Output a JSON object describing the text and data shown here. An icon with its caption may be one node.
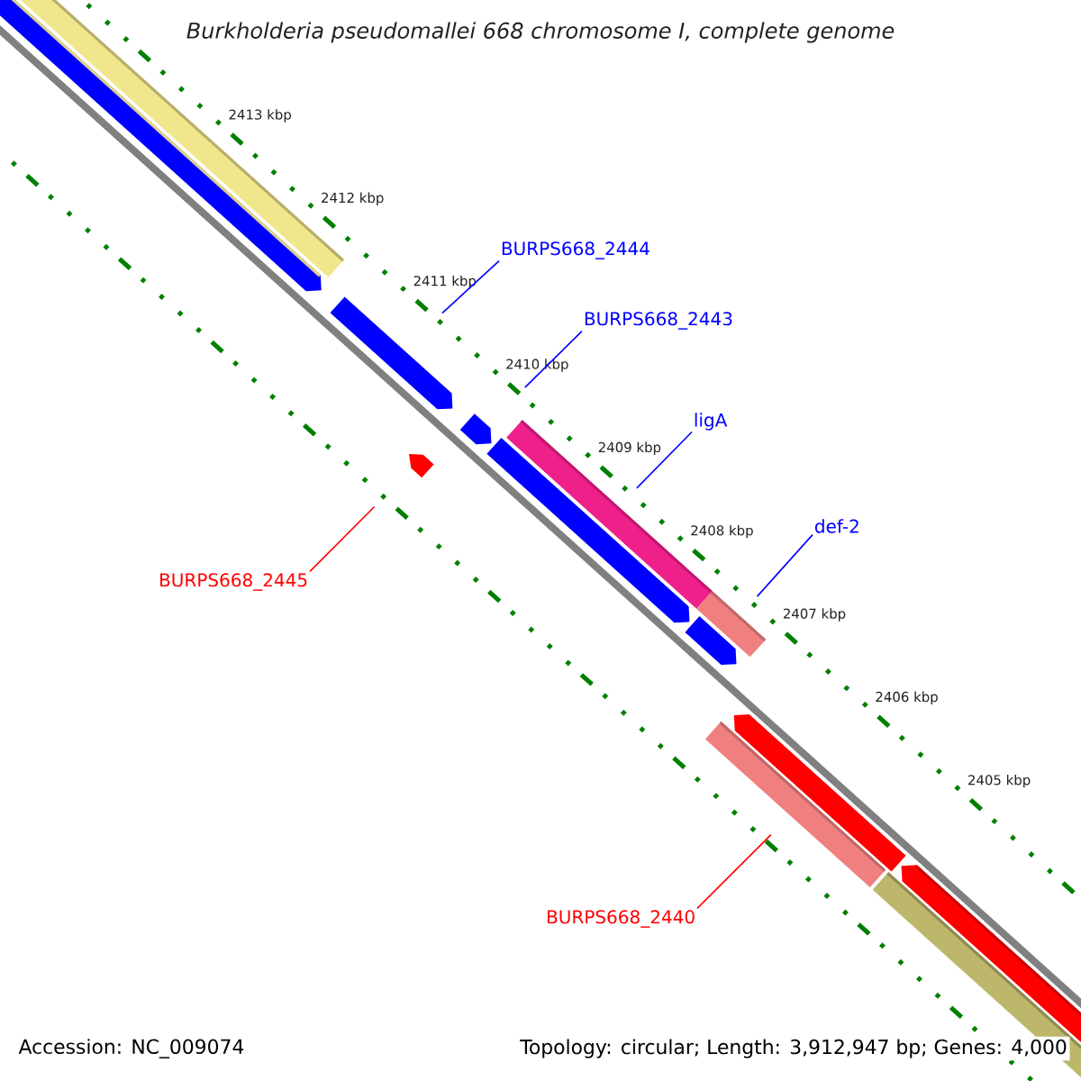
{
  "diagram": {
    "title": "Burkholderia pseudomallei 668 chromosome I, complete genome",
    "nodes": [
      {
        "text": [
          "BURPS668_2444"
        ]
      },
      {
        "text": [
          "BURPS668_2443"
        ]
      },
      {
        "text": [
          "ligA"
        ]
      },
      {
        "text": [
          "def-2"
        ]
      },
      {
        "text": [
          "BURPS668_2445"
        ]
      },
      {
        "text": [
          "BURPS668_2440"
        ]
      },
      {
        "text": [],
        "shape": "bar"
      },
      {
        "text": [],
        "shape": "bar"
      },
      {
        "text": [],
        "shape": "bar"
      },
      {
        "text": [],
        "shape": "bar"
      },
      {
        "text": [],
        "shape": "bar"
      },
      {
        "text": [],
        "shape": "bar"
      }
    ],
    "edges": [
      {
        "from": 0,
        "to": 6,
        "arrow": "none"
      },
      {
        "from": 1,
        "to": 7,
        "arrow": "none"
      },
      {
        "from": 2,
        "to": 8,
        "arrow": "none"
      },
      {
        "from": 3,
        "to": 9,
        "arrow": "none"
      },
      {
        "from": 4,
        "to": 10,
        "arrow": "none",
        "color": "#ff0000"
      },
      {
        "from": 5,
        "to": 11,
        "arrow": "none",
        "color": "#ff0000"
      }
    ],
    "labels": [
      "2413 kbp",
      "2412 kbp",
      "2411 kbp",
      "2410 kbp",
      "2409 kbp",
      "2408 kbp",
      "2407 kbp",
      "2406 kbp",
      "2405 kbp",
      "Accession: NC_009074",
      "Topology: circular; Length: 3,912,947 bp; Genes: 4,000"
    ]
  }
}
